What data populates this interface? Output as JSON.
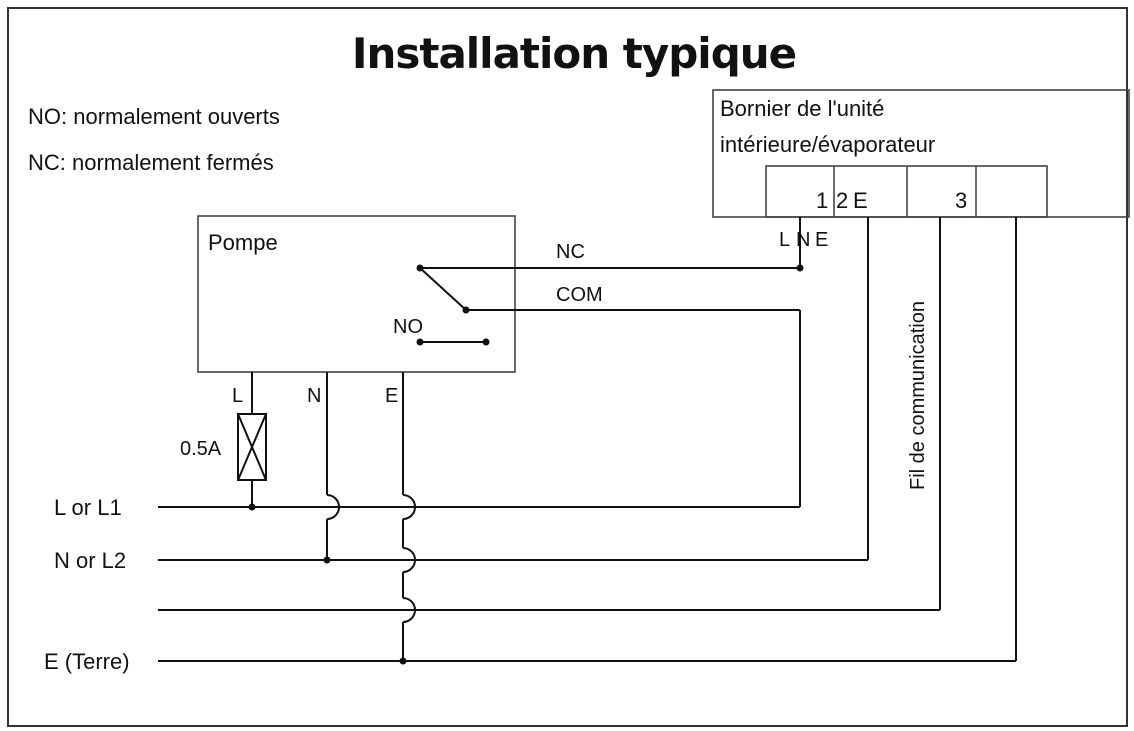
{
  "title": "Installation typique",
  "legend": {
    "no": "NO: normalement ouverts",
    "nc": "NC: normalement fermés"
  },
  "terminal_block": {
    "title_line1": "Bornier de l'unité",
    "title_line2": "intérieure/évaporateur",
    "terminals": {
      "t1": "1",
      "t2": "2",
      "te": "E",
      "t3": "3"
    },
    "bottom_labels": {
      "l": "L",
      "n": "N",
      "e": "E"
    }
  },
  "pump": {
    "label": "Pompe",
    "contacts": {
      "nc": "NC",
      "com": "COM",
      "no": "NO"
    },
    "terminals": {
      "l": "L",
      "n": "N",
      "e": "E"
    },
    "fuse": "0.5A"
  },
  "lines": {
    "l": "L or L1",
    "n": "N or L2",
    "e": "E (Terre)"
  },
  "comm_wire": "Fil de communication"
}
